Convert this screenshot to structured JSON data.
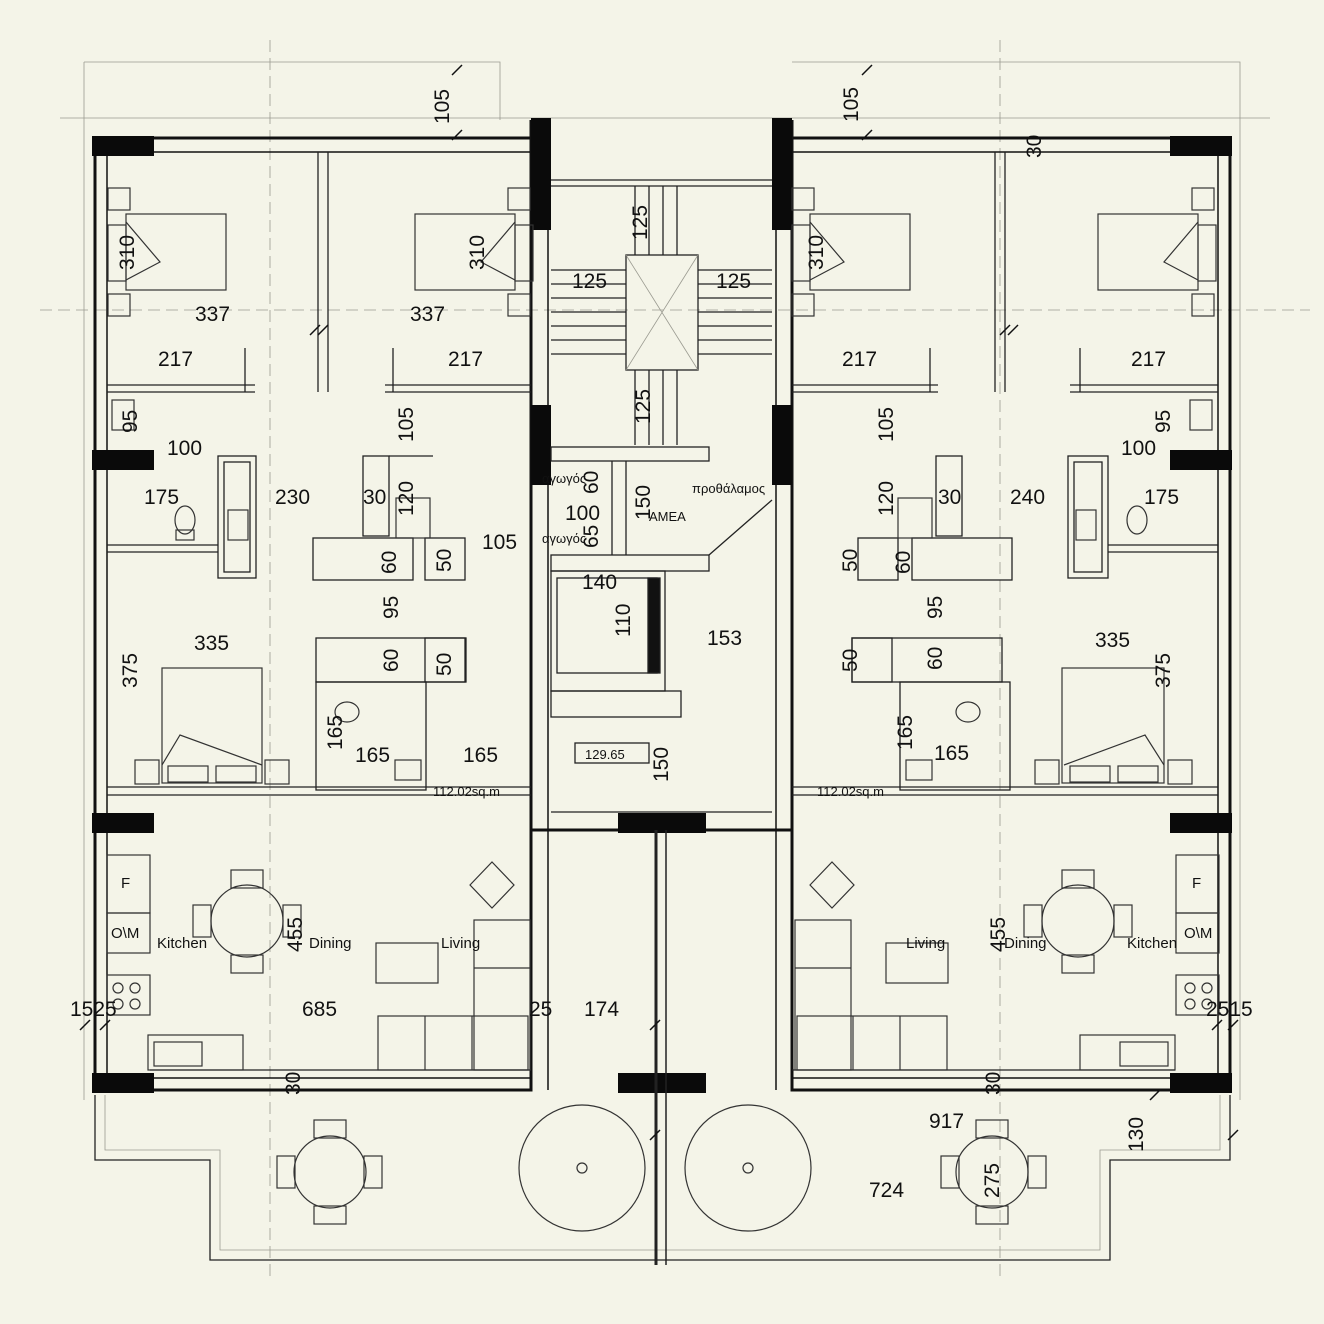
{
  "plan": {
    "background": "#f4f4e8",
    "ink": "#111111",
    "area_box": "129.65",
    "left_unit_area": "112.02sq.m",
    "right_unit_area": "112.02sq.m",
    "labels": {
      "kitchen_l": "Kitchen",
      "dining_l": "Dining",
      "living_l": "Living",
      "kitchen_r": "Kitchen",
      "dining_r": "Dining",
      "living_r": "Living",
      "fridge_l": "F",
      "oven_l": "O\\M",
      "fridge_r": "F",
      "oven_r": "O\\M",
      "aeration_1": "αγωγός",
      "aeration_2": "αγωγός",
      "lobby": "προθάλαμος",
      "ramp": "ΑΜΕΑ"
    },
    "dims": {
      "l_top_105": "105",
      "l_bed1_310": "310",
      "l_bed2_310": "310",
      "l_337a": "337",
      "l_337b": "337",
      "l_217a": "217",
      "l_217b": "217",
      "l_95": "95",
      "l_105b": "105",
      "l_100": "100",
      "l_175": "175",
      "l_230": "230",
      "l_30": "30",
      "l_120": "120",
      "l_105c": "105",
      "l_60a": "60",
      "l_50a": "50",
      "l_95b": "95",
      "l_335": "335",
      "l_375": "375",
      "l_60b": "60",
      "l_50b": "50",
      "l_165a": "165",
      "l_165b": "165",
      "l_165c": "165",
      "l_455": "455",
      "l_685": "685",
      "l_1525": "1525",
      "l_25": "25",
      "l_30b": "30",
      "c_125a": "125",
      "c_125b": "125",
      "c_125c": "125",
      "c_125d": "125",
      "c_60": "60",
      "c_100": "100",
      "c_65": "65",
      "c_150a": "150",
      "c_140": "140",
      "c_110": "110",
      "c_153": "153",
      "c_150b": "150",
      "c_174": "174",
      "r_top_105": "105",
      "r_30": "30",
      "r_bed1_310": "310",
      "r_217a": "217",
      "r_217b": "217",
      "r_105": "105",
      "r_95": "95",
      "r_100": "100",
      "r_120": "120",
      "r_30b": "30",
      "r_240": "240",
      "r_175": "175",
      "r_50a": "50",
      "r_60a": "60",
      "r_95b": "95",
      "r_335": "335",
      "r_375": "375",
      "r_50b": "50",
      "r_60b": "60",
      "r_165a": "165",
      "r_165b": "165",
      "r_455": "455",
      "r_2515": "2515",
      "r_30c": "30",
      "r_917": "917",
      "r_130": "130",
      "r_275": "275",
      "r_724": "724"
    }
  }
}
